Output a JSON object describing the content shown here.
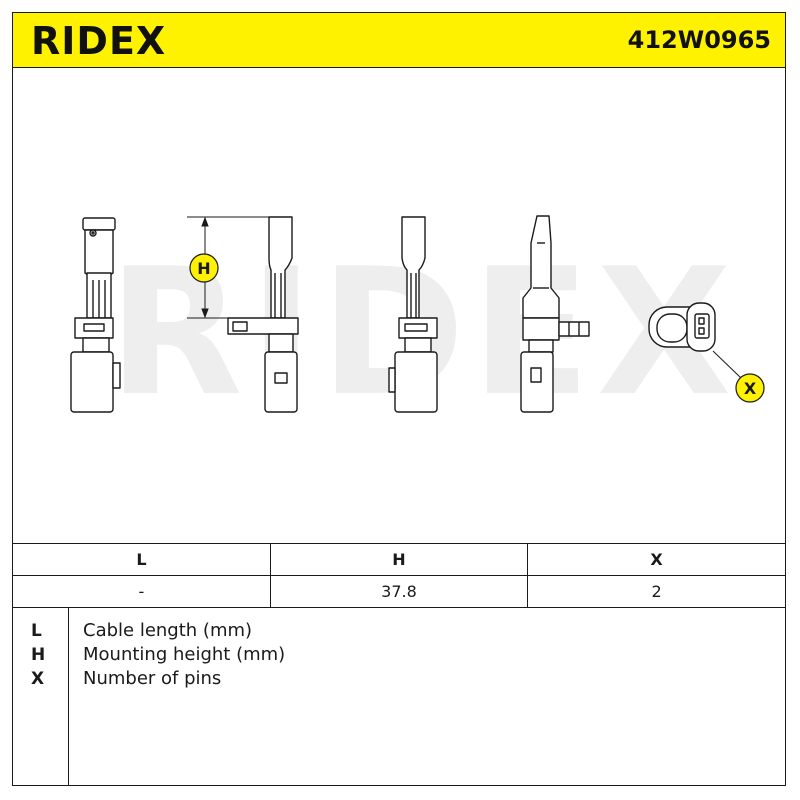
{
  "header": {
    "brand": "RIDEX",
    "part_number": "412W0965",
    "background_color": "#fff200"
  },
  "drawing": {
    "dimension_marker_h": "H",
    "dimension_marker_x": "X",
    "watermark": "RIDEX",
    "marker_color": "#fff200"
  },
  "table": {
    "headers": [
      "L",
      "H",
      "X"
    ],
    "values": [
      "-",
      "37.8",
      "2"
    ]
  },
  "legend": [
    {
      "key": "L",
      "text": "Cable length (mm)"
    },
    {
      "key": "H",
      "text": "Mounting height (mm)"
    },
    {
      "key": "X",
      "text": "Number of pins"
    }
  ]
}
